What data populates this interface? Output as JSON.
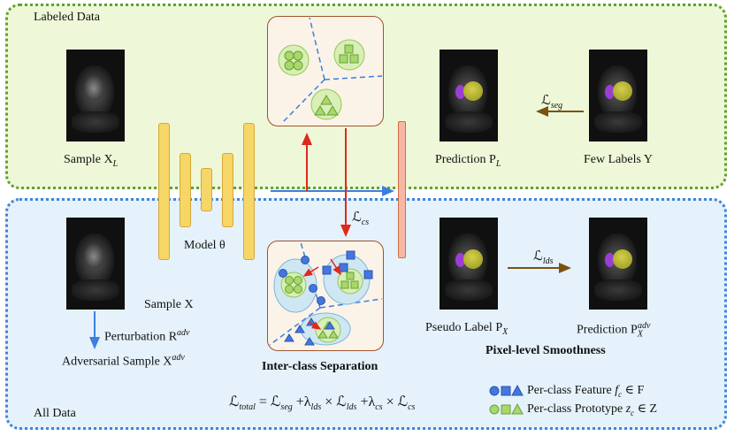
{
  "regions": {
    "top_title": "Labeled Data",
    "bottom_title": "All Data"
  },
  "samples": {
    "sample_xl": "Sample X",
    "sample_xl_sub": "L",
    "sample_x": "Sample X",
    "model": "Model θ",
    "perturbation": "Perturbation R",
    "perturbation_sup": "adv",
    "adversarial": "Adversarial Sample X",
    "adversarial_sup": "adv"
  },
  "predictions": {
    "prediction_pl": "Prediction P",
    "prediction_pl_sub": "L",
    "few_labels": "Few Labels Y",
    "pseudo_label": "Pseudo Label P",
    "pseudo_label_sub": "X",
    "prediction_adv": "Prediction P",
    "prediction_adv_sub": "X",
    "prediction_adv_sup": "adv"
  },
  "losses": {
    "seg": "seg",
    "cs": "cs",
    "lds": "lds",
    "script_l": "ℒ"
  },
  "sections": {
    "inter_class": "Inter-class Separation",
    "pixel_level": "Pixel-level Smoothness"
  },
  "formula": {
    "total_sub": "total",
    "body": "= ℒ",
    "seg": "seg",
    "plus_lambda": " +λ",
    "lds": "lds",
    "times": " × ℒ",
    "cs": "cs"
  },
  "legend": {
    "feature_text": "Per-class Feature ",
    "feature_var": "f",
    "feature_sub": "c",
    "feature_set": " ∈ F",
    "prototype_text": "Per-class Prototype ",
    "prototype_var": "z",
    "prototype_sub": "c",
    "prototype_set": " ∈ Z"
  },
  "colors": {
    "top_bg": "#eef8d8",
    "top_border": "#5fa032",
    "bottom_bg": "#e5f2fb",
    "bottom_border": "#3d85d8",
    "feature_blue": "#4477dd",
    "prototype_green": "#a6d86a",
    "arrow_red": "#e0281c",
    "arrow_brown": "#7a5310",
    "model_yellow": "#f7d668"
  },
  "icons": {
    "feature_shapes": [
      "circle-icon",
      "square-icon",
      "triangle-icon"
    ],
    "prototype_shapes": [
      "circle-icon",
      "square-icon",
      "triangle-icon"
    ]
  }
}
